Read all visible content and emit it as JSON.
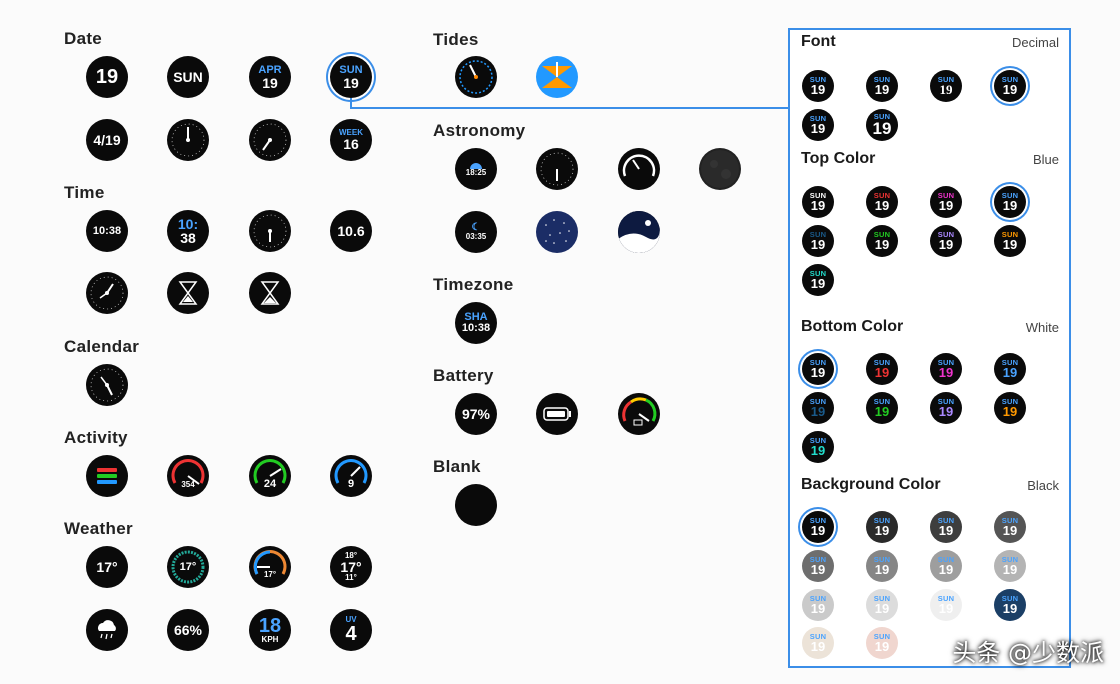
{
  "sections": {
    "date": "Date",
    "time": "Time",
    "calendar": "Calendar",
    "activity": "Activity",
    "weather": "Weather",
    "tides": "Tides",
    "astronomy": "Astronomy",
    "timezone": "Timezone",
    "battery": "Battery",
    "blank": "Blank"
  },
  "date": {
    "day": "19",
    "sun": "SUN",
    "apr": "APR",
    "apr_day": "19",
    "sel_top": "SUN",
    "sel_day": "19",
    "md": "4/19",
    "week": "WEEK",
    "week_num": "16"
  },
  "time": {
    "digital": "10:38",
    "stack_top": "10:",
    "stack_bottom": "38",
    "decimal": "10.6"
  },
  "activity": {
    "steps": "354",
    "value2": "24",
    "value3": "9"
  },
  "weather": {
    "temp": "17°",
    "ring_temp": "17°",
    "gauge_temp": "17°",
    "high": "18°",
    "current": "17°",
    "low": "11°",
    "humidity": "66%",
    "wind": "18",
    "wind_unit": "KPH",
    "uv_label": "UV",
    "uv_value": "4"
  },
  "astronomy": {
    "sunrise": "18:25",
    "moonrise": "03:35"
  },
  "timezone": {
    "city": "SHA",
    "time": "10:38"
  },
  "battery": {
    "percent": "97%"
  },
  "panel": {
    "font": {
      "title": "Font",
      "value": "Decimal"
    },
    "top_color": {
      "title": "Top Color",
      "value": "Blue"
    },
    "bottom_color": {
      "title": "Bottom Color",
      "value": "White"
    },
    "background_color": {
      "title": "Background Color",
      "value": "Black"
    },
    "sun": "SUN",
    "day": "19"
  },
  "colors": {
    "accent": "#3b8ee8",
    "face": "#0a0a0a"
  },
  "watermark": "头条 @少数派"
}
